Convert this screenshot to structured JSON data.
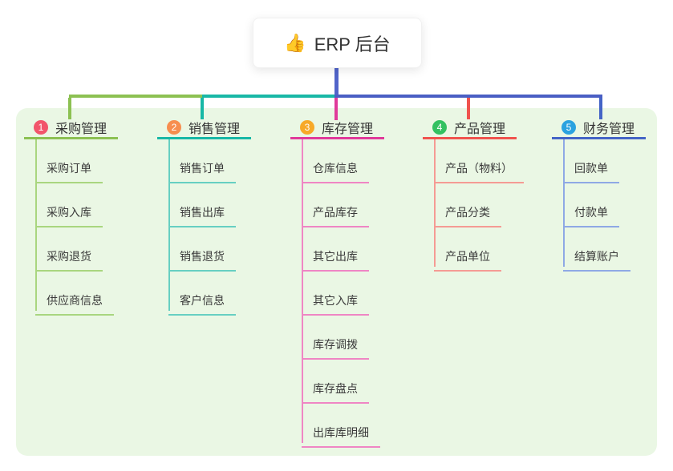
{
  "root": {
    "icon": "👍",
    "title": "ERP 后台"
  },
  "colors": {
    "root_connector": "#5164c9",
    "panel_background": "#eaf7e4",
    "left_segment": "#8cc152",
    "mid_segment": "#18b8a6",
    "right_segment": "#4a5ec4"
  },
  "branches": [
    {
      "num": "1",
      "label": "采购管理",
      "badge_color": "#f2556b",
      "line_color": "#8cc152",
      "light_color": "#a9d67f",
      "children": [
        "采购订单",
        "采购入库",
        "采购退货",
        "供应商信息"
      ]
    },
    {
      "num": "2",
      "label": "销售管理",
      "badge_color": "#f78e4f",
      "line_color": "#18b8a6",
      "light_color": "#67cfc2",
      "children": [
        "销售订单",
        "销售出库",
        "销售退货",
        "客户信息"
      ]
    },
    {
      "num": "3",
      "label": "库存管理",
      "badge_color": "#f7a928",
      "line_color": "#e03a9a",
      "light_color": "#ef86c4",
      "children": [
        "仓库信息",
        "产品库存",
        "其它出库",
        "其它入库",
        "库存调拨",
        "库存盘点",
        "出库库明细"
      ]
    },
    {
      "num": "4",
      "label": "产品管理",
      "badge_color": "#33c161",
      "line_color": "#f0534e",
      "light_color": "#f59b94",
      "children": [
        "产品（物料）",
        "产品分类",
        "产品单位"
      ]
    },
    {
      "num": "5",
      "label": "财务管理",
      "badge_color": "#2ba2e0",
      "line_color": "#4464c6",
      "light_color": "#8fa9e5",
      "children": [
        "回款单",
        "付款单",
        "结算账户"
      ]
    }
  ]
}
